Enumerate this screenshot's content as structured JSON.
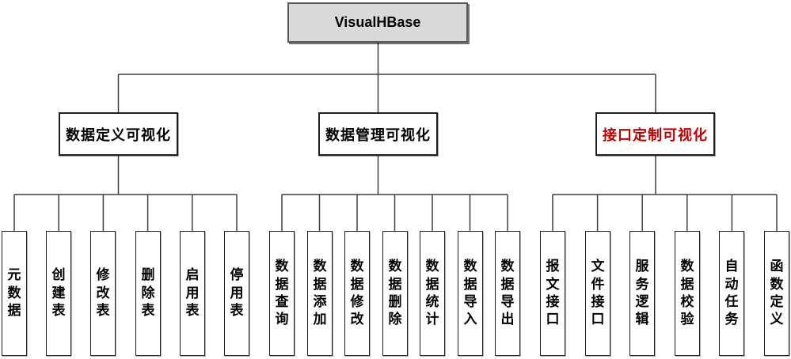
{
  "root": {
    "label": "VisualHBase"
  },
  "colors": {
    "root_bg": "#d9d9d9",
    "root_border": "#595959",
    "box_border": "#1f1f1f",
    "connector_line": "#404040",
    "text": "#000000",
    "highlight_text": "#c00000",
    "background": "#ffffff"
  },
  "branches": [
    {
      "label": "数据定义可视化",
      "label_color": "#000000",
      "children": [
        "元数据",
        "创建表",
        "修改表",
        "删除表",
        "启用表",
        "停用表"
      ]
    },
    {
      "label": "数据管理可视化",
      "label_color": "#000000",
      "children": [
        "数据查询",
        "数据添加",
        "数据修改",
        "数据删除",
        "数据统计",
        "数据导入",
        "数据导出"
      ]
    },
    {
      "label": "接口定制可视化",
      "label_color": "#c00000",
      "children": [
        "报文接口",
        "文件接口",
        "服务逻辑",
        "数据校验",
        "自动任务",
        "函数定义"
      ]
    }
  ]
}
